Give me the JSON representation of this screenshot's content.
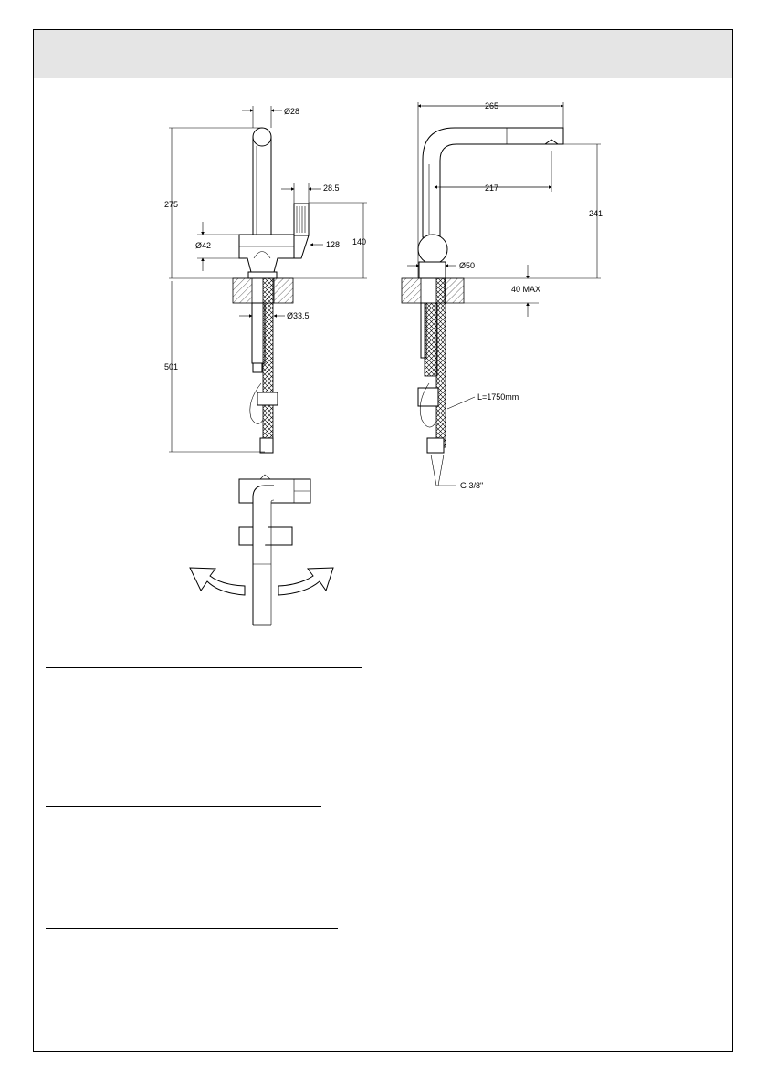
{
  "dimensions": {
    "front": {
      "spout_diameter": "Ø28",
      "handle_width": "28.5",
      "height": "275",
      "body_diameter": "Ø42",
      "handle_depth": "128",
      "handle_height": "140",
      "shank_diameter": "Ø33.5",
      "below_counter": "501"
    },
    "side": {
      "reach_total": "265",
      "reach_spout": "217",
      "spout_height": "241",
      "base_diameter": "Ø50",
      "counter_thickness": "40 MAX",
      "hose_length": "L=1750mm",
      "connection": "G 3/8\""
    }
  }
}
